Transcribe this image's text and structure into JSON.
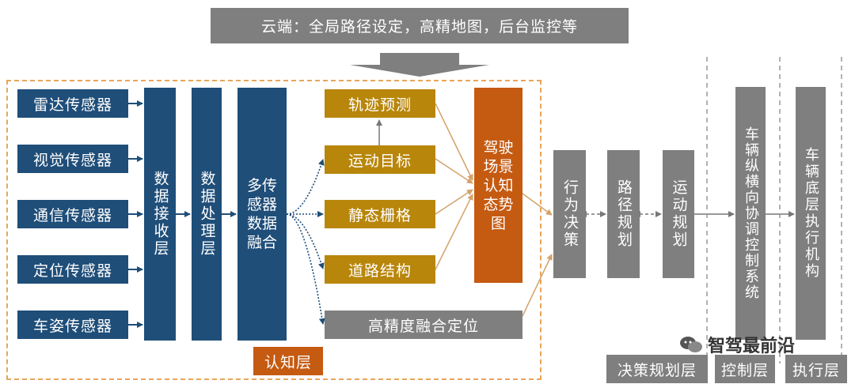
{
  "cloud": {
    "label": "云端：全局路径设定，高精地图，后台监控等"
  },
  "sensors": [
    "雷达传感器",
    "视觉传感器",
    "通信传感器",
    "定位传感器",
    "车姿传感器"
  ],
  "data_receive": {
    "label": "数据接收层"
  },
  "data_process": {
    "label": "数据处理层"
  },
  "fusion": {
    "label": "多传感器数据融合"
  },
  "perception_items": {
    "trajectory": "轨迹预测",
    "moving": "运动目标",
    "static_grid": "静态栅格",
    "road": "道路结构"
  },
  "hd_localization": {
    "label": "高精度融合定位"
  },
  "situation": {
    "label": "驾驶场景认知态势图"
  },
  "cognition_layer": {
    "label": "认知层"
  },
  "decision": {
    "behavior": "行为决策",
    "path": "路径规划",
    "motion": "运动规划"
  },
  "control_system": {
    "label": "车辆纵横向协调控制系统"
  },
  "execution": {
    "label": "车辆底层执行机构"
  },
  "layers": {
    "decision_planning": "决策规划层",
    "control": "控制层",
    "execution": "执行层"
  },
  "watermark": {
    "text": "智驾最前沿"
  },
  "colors": {
    "navy": "#1f4e79",
    "gold": "#b8860b",
    "orange": "#c55a11",
    "gray": "#7f7f7f",
    "dashed_border": "#e8a55a"
  }
}
